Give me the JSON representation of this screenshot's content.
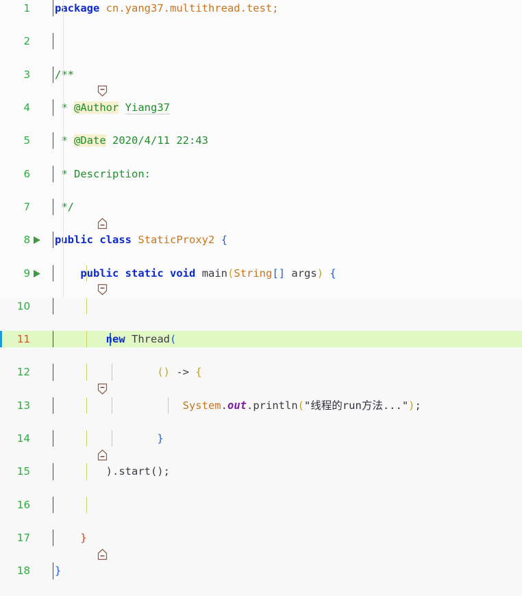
{
  "app": {
    "kind": "code-editor",
    "language": "java",
    "current_line": 11,
    "total_visible_lines": 18
  },
  "colors": {
    "background": "#fafbfa",
    "current_line_highlight": "#e2f8c4",
    "line_number": "#2bae3f",
    "current_line_number": "#e84a1c",
    "keyword": "#0c29c9",
    "comment": "#1d8f29",
    "annotation_highlight": "#f6efd0",
    "class_name": "#c8751f",
    "static_field": "#7b20a8",
    "indent_guide": "#c9d66e",
    "fold_line": "#6b3b2c",
    "run_arrow": "#3f9a45",
    "caret": "#1b64d8"
  },
  "gutter": {
    "line_numbers": [
      "1",
      "2",
      "3",
      "4",
      "5",
      "6",
      "7",
      "8",
      "9",
      "10",
      "11",
      "12",
      "13",
      "14",
      "15",
      "16",
      "17",
      "18"
    ],
    "run_marker_lines": [
      8,
      9
    ],
    "fold_open_lines": [
      3,
      9,
      12
    ],
    "fold_close_lines": [
      7,
      14,
      17
    ],
    "run_marker_icon": "play-triangle-icon",
    "fold_open_icon": "fold-collapse-down-icon",
    "fold_close_icon": "fold-collapse-up-icon"
  },
  "code": {
    "lines": [
      {
        "n": "1",
        "text": "package cn.yang37.multithread.test;"
      },
      {
        "n": "2",
        "text": ""
      },
      {
        "n": "3",
        "text": "/**"
      },
      {
        "n": "4",
        "text": " * @Author Yiang37"
      },
      {
        "n": "5",
        "text": " * @Date 2020/4/11 22:43"
      },
      {
        "n": "6",
        "text": " * Description:"
      },
      {
        "n": "7",
        "text": " */"
      },
      {
        "n": "8",
        "text": "public class StaticProxy2 {"
      },
      {
        "n": "9",
        "text": "    public static void main(String[] args) {"
      },
      {
        "n": "10",
        "text": ""
      },
      {
        "n": "11",
        "text": "        new Thread("
      },
      {
        "n": "12",
        "text": "                () -> {"
      },
      {
        "n": "13",
        "text": "                    System.out.println(\"线程的run方法...\");"
      },
      {
        "n": "14",
        "text": "                }"
      },
      {
        "n": "15",
        "text": "        ).start();"
      },
      {
        "n": "16",
        "text": ""
      },
      {
        "n": "17",
        "text": "    }"
      },
      {
        "n": "18",
        "text": "}"
      }
    ],
    "tokens": {
      "kw_package": "package",
      "pkg_name": "cn.yang37.multithread.test;",
      "javadoc_open": "/**",
      "javadoc_star": " * ",
      "tag_author": "@Author",
      "val_author": "Yiang37",
      "tag_date": "@Date",
      "val_date": "2020/4/11 22:43",
      "txt_description": "Description:",
      "javadoc_close": " */",
      "kw_public": "public",
      "kw_class": "class",
      "cls_staticproxy2": "StaticProxy2",
      "brace_open": "{",
      "kw_static": "static",
      "kw_void": "void",
      "id_main": "main",
      "paren_open": "(",
      "type_string": "String",
      "brackets": "[]",
      "id_args": "args",
      "paren_close": ")",
      "kw_new": "new",
      "cls_thread": "Thread",
      "lambda_parens": "()",
      "lambda_arrow": "->",
      "cls_system": "System",
      "dot": ".",
      "fld_out": "out",
      "id_println": "println",
      "str_literal": "\"线程的run方法...\"",
      "semicolon": ";",
      "brace_close": "}",
      "id_start": "start",
      "call_start": ").start();"
    }
  }
}
